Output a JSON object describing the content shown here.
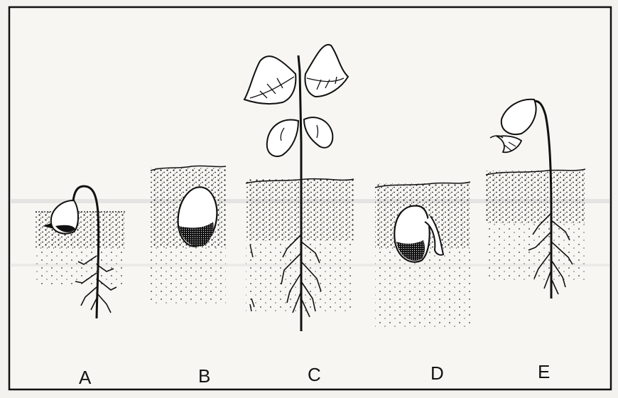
{
  "figure": {
    "stages": [
      {
        "label": "A",
        "icon": "seedling-hook-icon"
      },
      {
        "label": "B",
        "icon": "seed-in-soil-icon"
      },
      {
        "label": "C",
        "icon": "mature-seedling-icon"
      },
      {
        "label": "D",
        "icon": "germinating-seed-icon"
      },
      {
        "label": "E",
        "icon": "emerging-seedling-icon"
      }
    ]
  }
}
